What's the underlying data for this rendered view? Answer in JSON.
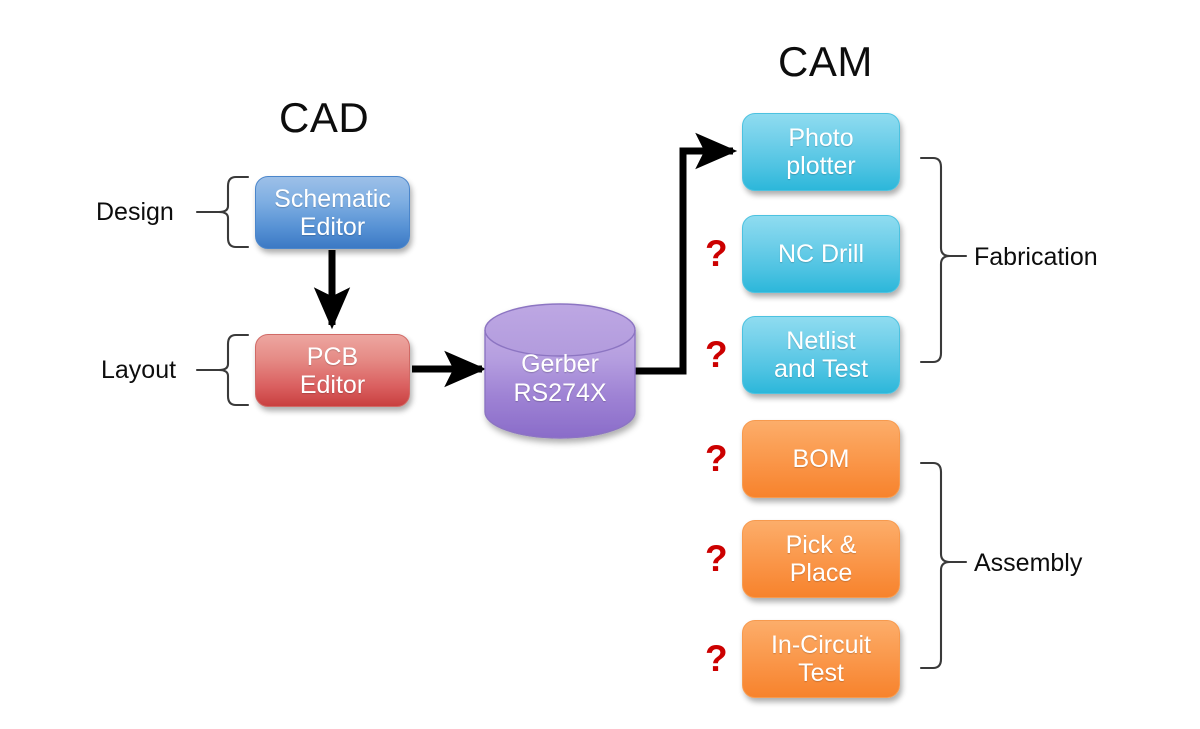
{
  "diagram": {
    "title_cad": "CAD",
    "title_cam": "CAM",
    "left_labels": [
      {
        "id": "design",
        "text": "Design"
      },
      {
        "id": "layout",
        "text": "Layout"
      }
    ],
    "right_labels": [
      {
        "id": "fabrication",
        "text": "Fabrication"
      },
      {
        "id": "assembly",
        "text": "Assembly"
      }
    ],
    "cad_nodes": [
      {
        "id": "schematic-editor",
        "line1": "Schematic",
        "line2": "Editor",
        "color": "#5691d4"
      },
      {
        "id": "pcb-editor",
        "line1": "PCB",
        "line2": "Editor",
        "color": "#da6060"
      }
    ],
    "datastore": {
      "id": "gerber-rs274x",
      "line1": "Gerber",
      "line2": "RS274X",
      "color": "#9b7fd4"
    },
    "cam_nodes": [
      {
        "id": "photo-plotter",
        "line1": "Photo",
        "line2": "plotter",
        "group": "Fabrication",
        "color": "#4ec3e2",
        "question": ""
      },
      {
        "id": "nc-drill",
        "line1": "NC Drill",
        "line2": "",
        "group": "Fabrication",
        "color": "#4ec3e2",
        "question": "?"
      },
      {
        "id": "netlist-and-test",
        "line1": "Netlist",
        "line2": "and Test",
        "group": "Fabrication",
        "color": "#4ec3e2",
        "question": "?"
      },
      {
        "id": "bom",
        "line1": "BOM",
        "line2": "",
        "group": "Assembly",
        "color": "#f98f3f",
        "question": "?"
      },
      {
        "id": "pick-and-place",
        "line1": "Pick &",
        "line2": "Place",
        "group": "Assembly",
        "color": "#f98f3f",
        "question": "?"
      },
      {
        "id": "in-circuit-test",
        "line1": "In-Circuit",
        "line2": "Test",
        "group": "Assembly",
        "color": "#f98f3f",
        "question": "?"
      }
    ],
    "question_marks": [
      {
        "for": "nc-drill",
        "text": "?"
      },
      {
        "for": "netlist-and-test",
        "text": "?"
      },
      {
        "for": "bom",
        "text": "?"
      },
      {
        "for": "pick-and-place",
        "text": "?"
      },
      {
        "for": "in-circuit-test",
        "text": "?"
      }
    ],
    "colors": {
      "background": "#ffffff",
      "text_dark": "#0d0d0d",
      "question_red": "#cc0000",
      "connector": "#000000",
      "brace": "#3a3a3a"
    }
  }
}
